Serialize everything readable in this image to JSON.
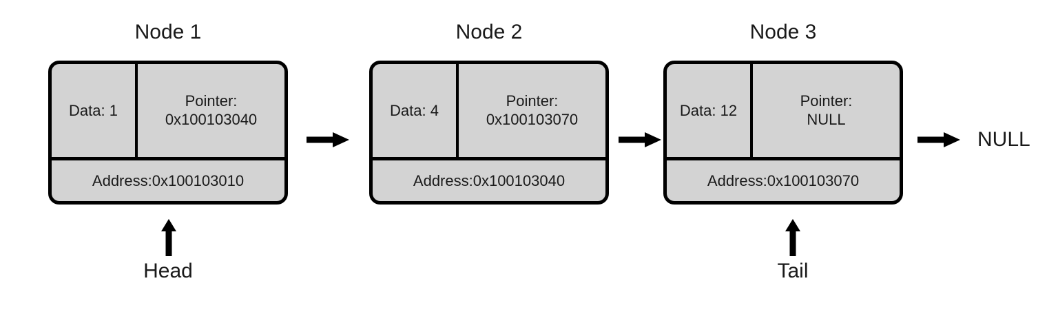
{
  "diagram": {
    "type": "singly-linked-list",
    "fill_color": "#d3d3d3",
    "stroke_color": "#000000",
    "background_color": "#ffffff",
    "nodes": [
      {
        "title": "Node 1",
        "data_label": "Data: 1",
        "pointer_label": "Pointer:",
        "pointer_value": "0x100103040",
        "address_label": "Address:0x100103010"
      },
      {
        "title": "Node 2",
        "data_label": "Data: 4",
        "pointer_label": "Pointer:",
        "pointer_value": "0x100103070",
        "address_label": "Address:0x100103040"
      },
      {
        "title": "Node 3",
        "data_label": "Data: 12",
        "pointer_label": "Pointer:",
        "pointer_value": "NULL",
        "address_label": "Address:0x100103070"
      }
    ],
    "terminator_label": "NULL",
    "head_label": "Head",
    "tail_label": "Tail"
  }
}
